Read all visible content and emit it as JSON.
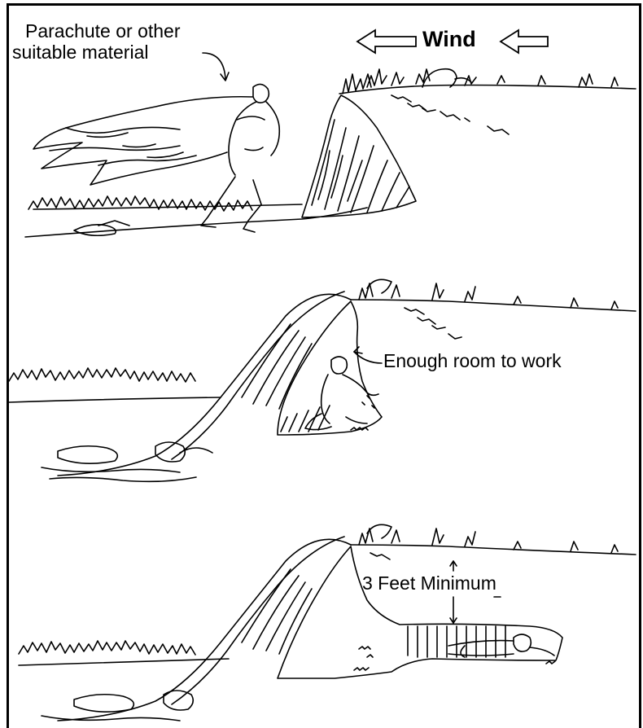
{
  "panel1": {
    "label_material_line1": "Parachute or other",
    "label_material_line2": "suitable material",
    "label_wind": "Wind"
  },
  "panel2": {
    "label_room": "Enough room to work"
  },
  "panel3": {
    "label_minimum": "3 Feet Minimum"
  },
  "colors": {
    "ink": "#000000",
    "background": "#ffffff"
  }
}
